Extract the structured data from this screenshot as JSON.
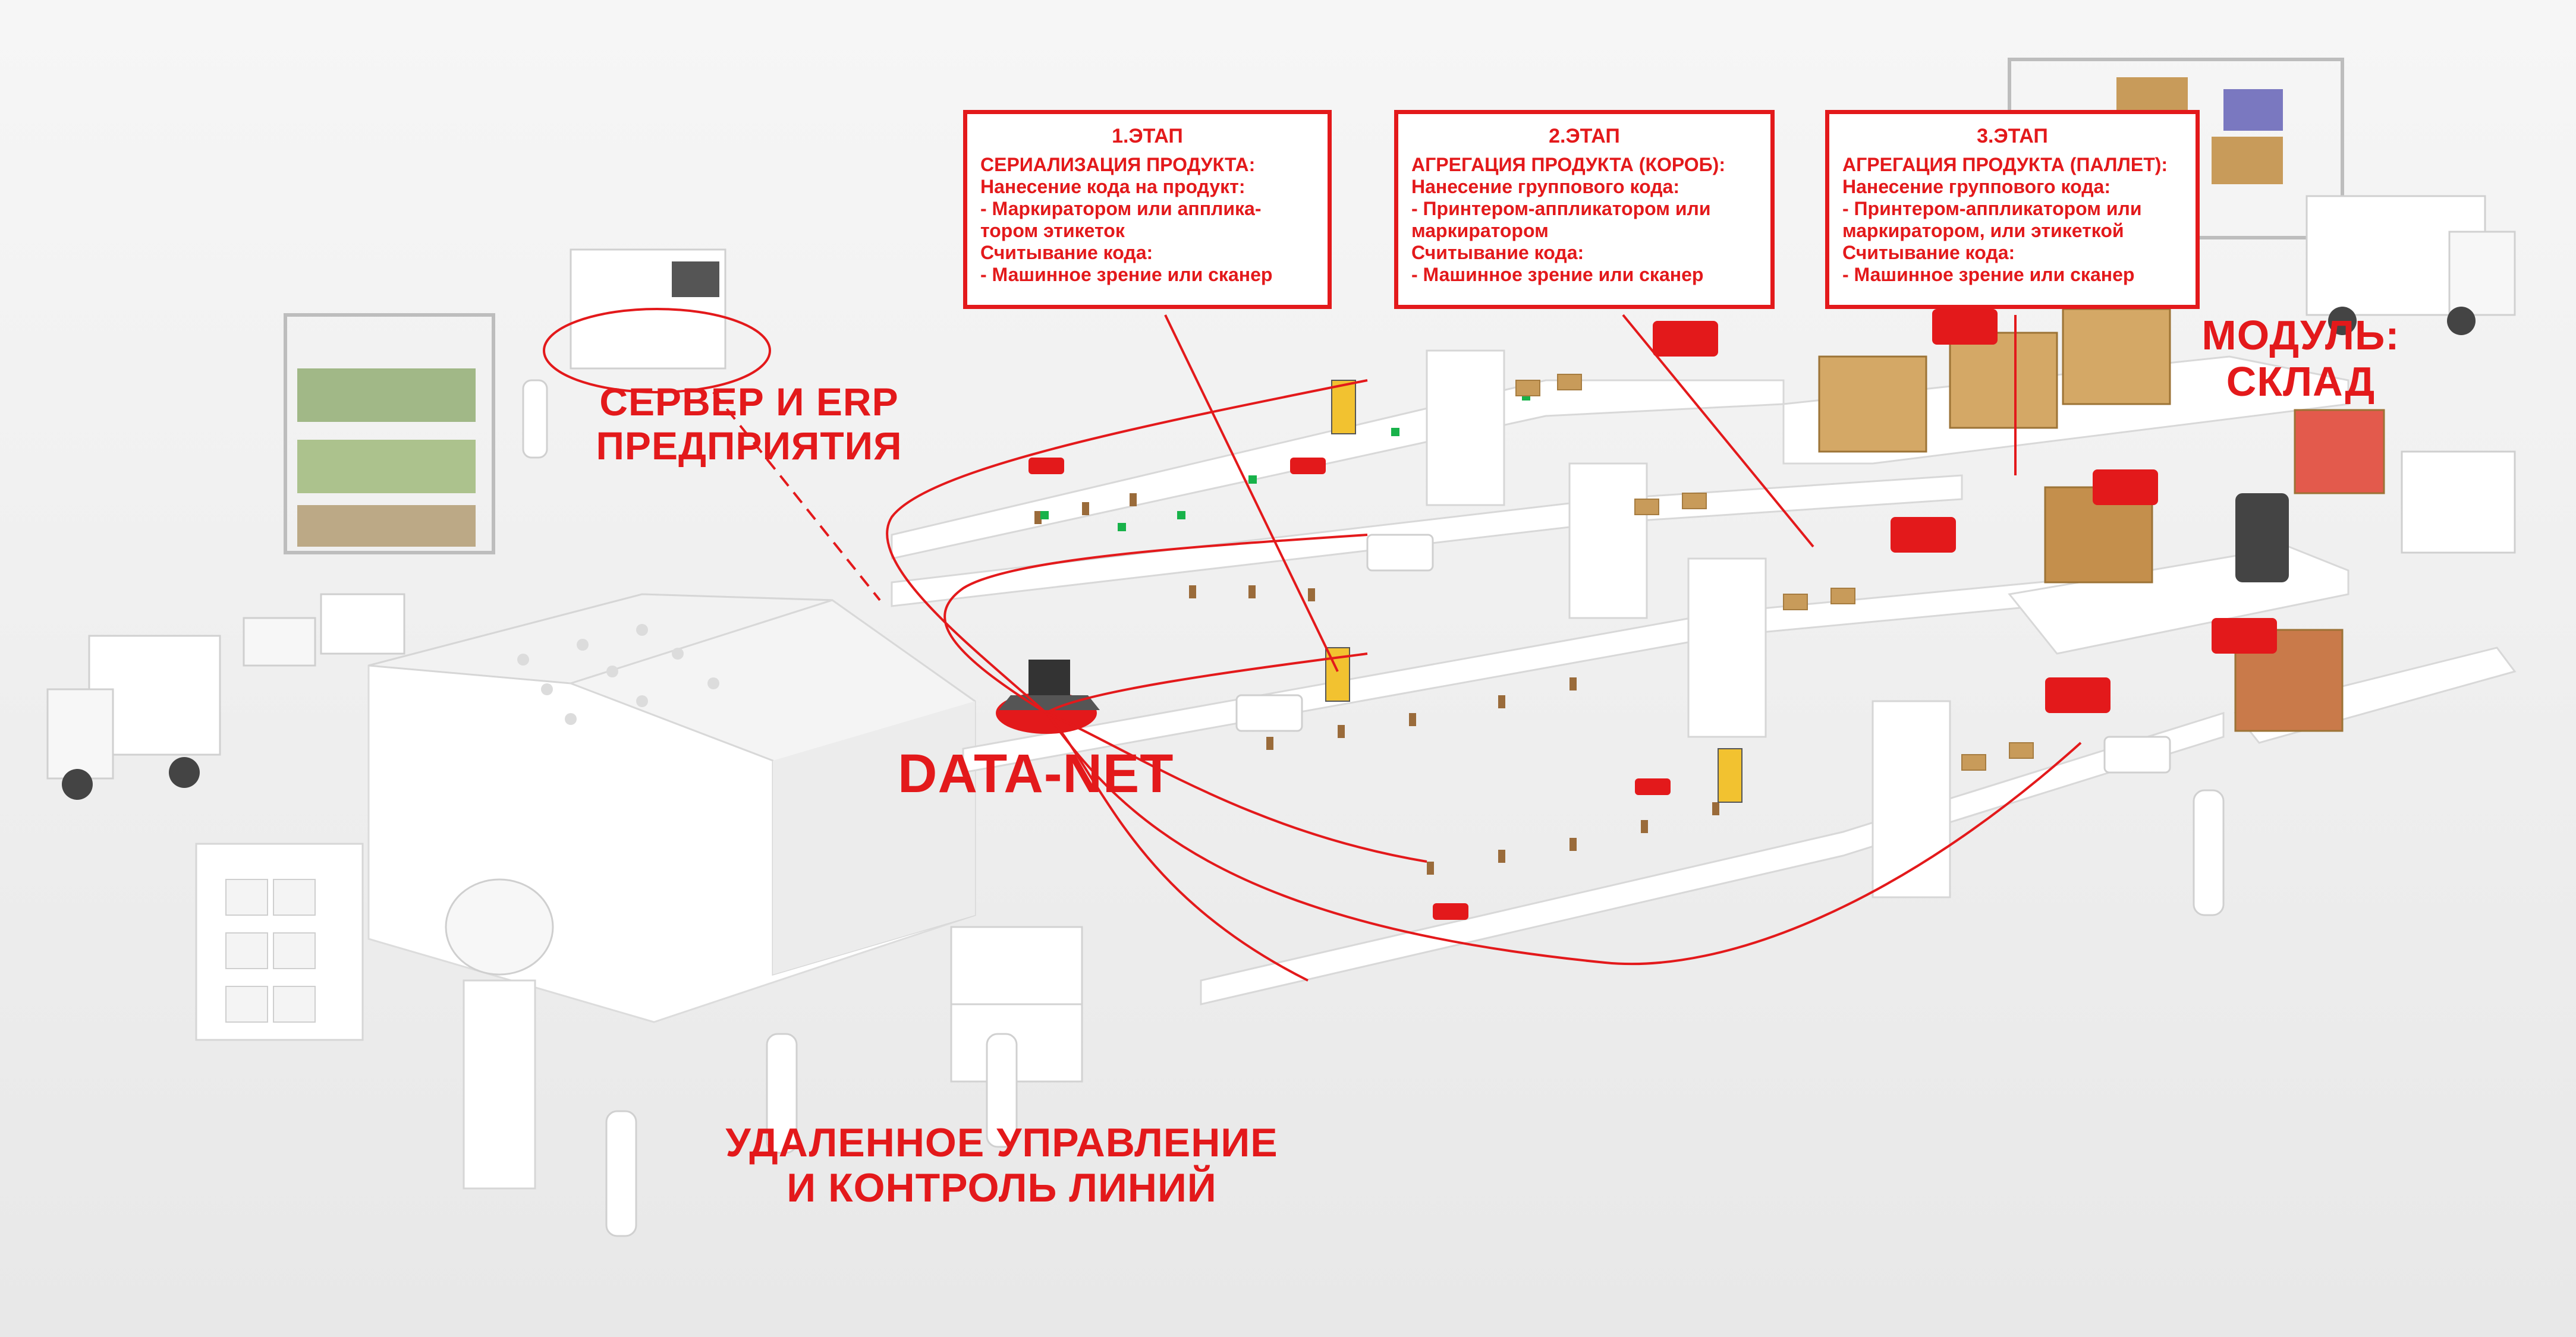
{
  "stages": [
    {
      "title": "1.ЭТАП",
      "lines": [
        "СЕРИАЛИЗАЦИЯ ПРОДУКТА:",
        "Нанесение кода на продукт:",
        "- Маркиратором или апплика-",
        "тором этикеток",
        "Считывание кода:",
        "- Машинное зрение или сканер"
      ]
    },
    {
      "title": "2.ЭТАП",
      "lines": [
        "АГРЕГАЦИЯ ПРОДУКТА (КОРОБ):",
        "Нанесение группового кода:",
        "- Принтером-аппликатором или",
        "маркиратором",
        "Считывание кода:",
        "- Машинное зрение или сканер"
      ]
    },
    {
      "title": "3.ЭТАП",
      "lines": [
        "АГРЕГАЦИЯ ПРОДУКТА (ПАЛЛЕТ):",
        "Нанесение группового кода:",
        "- Принтером-аппликатором или",
        "маркиратором, или этикеткой",
        "Считывание кода:",
        "- Машинное зрение или сканер"
      ]
    }
  ],
  "labels": {
    "server_line1": "СЕРВЕР И ERP",
    "server_line2": "ПРЕДПРИЯТИЯ",
    "warehouse_line1": "МОДУЛЬ:",
    "warehouse_line2": "СКЛАД",
    "datanet": "DATA-NET",
    "remote_line1": "УДАЛЕННОЕ УПРАВЛЕНИЕ",
    "remote_line2": "И КОНТРОЛЬ ЛИНИЙ"
  },
  "colors": {
    "accent": "#e3191b",
    "background": "#efefef",
    "structure": "#ffffff"
  }
}
